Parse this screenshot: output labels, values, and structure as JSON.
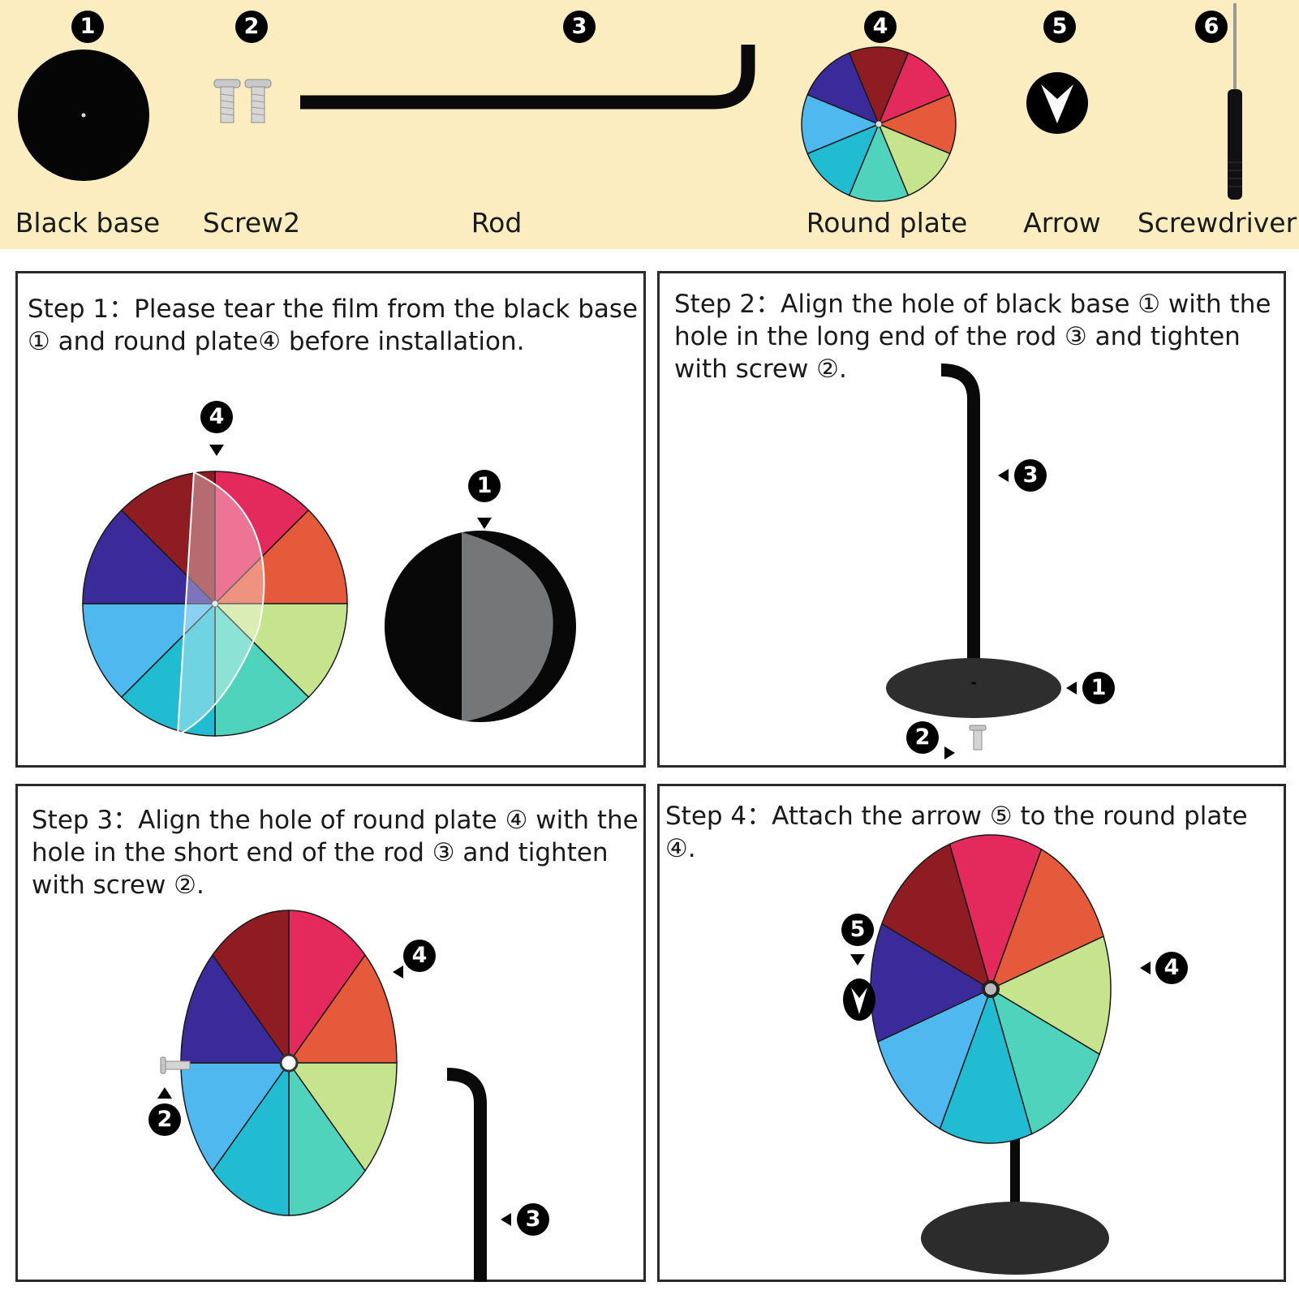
{
  "parts": [
    {
      "num": "1",
      "label": "Black base"
    },
    {
      "num": "2",
      "label": "Screw2"
    },
    {
      "num": "3",
      "label": "Rod"
    },
    {
      "num": "4",
      "label": "Round plate"
    },
    {
      "num": "5",
      "label": "Arrow"
    },
    {
      "num": "6",
      "label": "Screwdriver"
    }
  ],
  "steps": [
    {
      "text": "Step 1：Please tear the  film from the  black base ① and round plate④  before installation."
    },
    {
      "text": "Step 2：Align the hole of  black base ① with the hole in the long end of the rod ③ and tighten with screw ②."
    },
    {
      "text": "Step 3：Align the hole of round plate ④  with the hole in the short end of the rod ③ and tighten with screw ②."
    },
    {
      "text": "Step 4：Attach the arrow ⑤  to the  round plate ④."
    }
  ],
  "callouts": {
    "one": "1",
    "two": "2",
    "three": "3",
    "four": "4",
    "five": "5"
  },
  "colors": {
    "band": "#fbedc0",
    "wheel": [
      "#e42a5c",
      "#e65a3c",
      "#c6e48e",
      "#4fd3bd",
      "#22bcd2",
      "#4eb8ef",
      "#3a2a9a",
      "#8e1c22"
    ]
  }
}
